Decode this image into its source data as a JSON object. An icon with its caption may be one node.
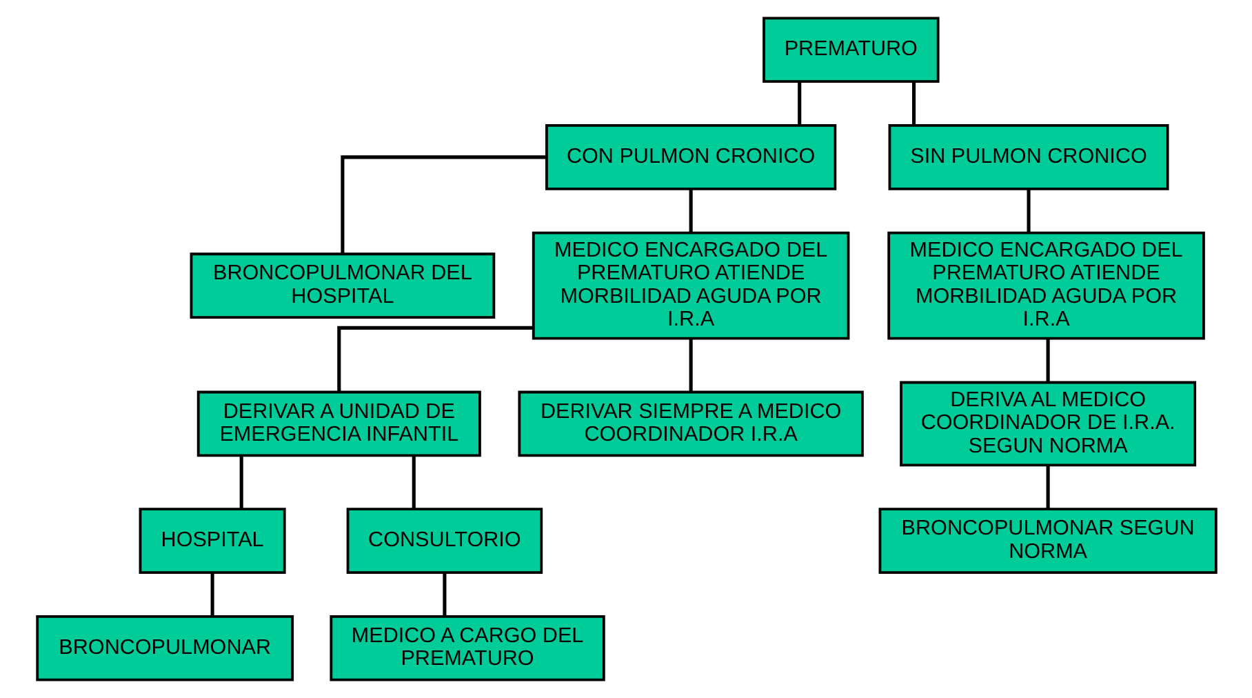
{
  "diagram": {
    "nodes": [
      {
        "text": [
          "PREMATURO"
        ]
      },
      {
        "text": [
          "CON PULMON CRONICO"
        ]
      },
      {
        "text": [
          "SIN PULMON CRONICO"
        ]
      },
      {
        "text": [
          "BRONCOPULMONAR DEL HOSPITAL"
        ]
      },
      {
        "text": [
          "MEDICO ENCARGADO DEL PREMATURO ATIENDE MORBILIDAD AGUDA POR I.R.A"
        ]
      },
      {
        "text": [
          "MEDICO ENCARGADO DEL PREMATURO ATIENDE MORBILIDAD AGUDA POR I.R.A"
        ]
      },
      {
        "text": [
          "DERIVAR A UNIDAD DE EMERGENCIA INFANTIL"
        ]
      },
      {
        "text": [
          "DERIVAR SIEMPRE A MEDICO COORDINADOR I.R.A"
        ]
      },
      {
        "text": [
          "DERIVA AL MEDICO COORDINADOR DE I.R.A. SEGUN NORMA"
        ]
      },
      {
        "text": [
          "HOSPITAL"
        ]
      },
      {
        "text": [
          "CONSULTORIO"
        ]
      },
      {
        "text": [
          "BRONCOPULMONAR SEGUN NORMA"
        ]
      },
      {
        "text": [
          "BRONCOPULMONAR"
        ]
      },
      {
        "text": [
          "MEDICO A CARGO DEL PREMATURO"
        ]
      }
    ],
    "edges": [
      {
        "from": 0,
        "to": 1,
        "arrow": "none"
      },
      {
        "from": 0,
        "to": 2,
        "arrow": "none"
      },
      {
        "from": 1,
        "to": 3,
        "arrow": "none"
      },
      {
        "from": 1,
        "to": 4,
        "arrow": "none"
      },
      {
        "from": 2,
        "to": 5,
        "arrow": "none"
      },
      {
        "from": 4,
        "to": 6,
        "arrow": "none"
      },
      {
        "from": 4,
        "to": 7,
        "arrow": "none"
      },
      {
        "from": 5,
        "to": 8,
        "arrow": "none"
      },
      {
        "from": 6,
        "to": 9,
        "arrow": "none"
      },
      {
        "from": 6,
        "to": 10,
        "arrow": "none"
      },
      {
        "from": 8,
        "to": 11,
        "arrow": "none"
      },
      {
        "from": 9,
        "to": 12,
        "arrow": "none"
      },
      {
        "from": 10,
        "to": 13,
        "arrow": "none"
      }
    ]
  }
}
